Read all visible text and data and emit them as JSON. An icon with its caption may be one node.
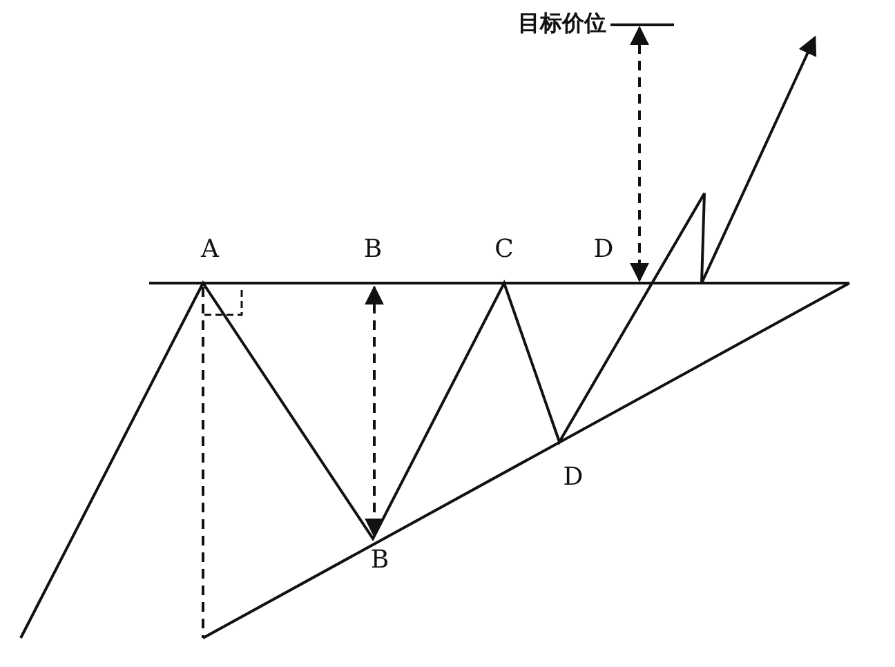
{
  "diagram": {
    "labels": [
      "目标价位",
      "A",
      "B",
      "C",
      "D",
      "D",
      "B"
    ]
  }
}
